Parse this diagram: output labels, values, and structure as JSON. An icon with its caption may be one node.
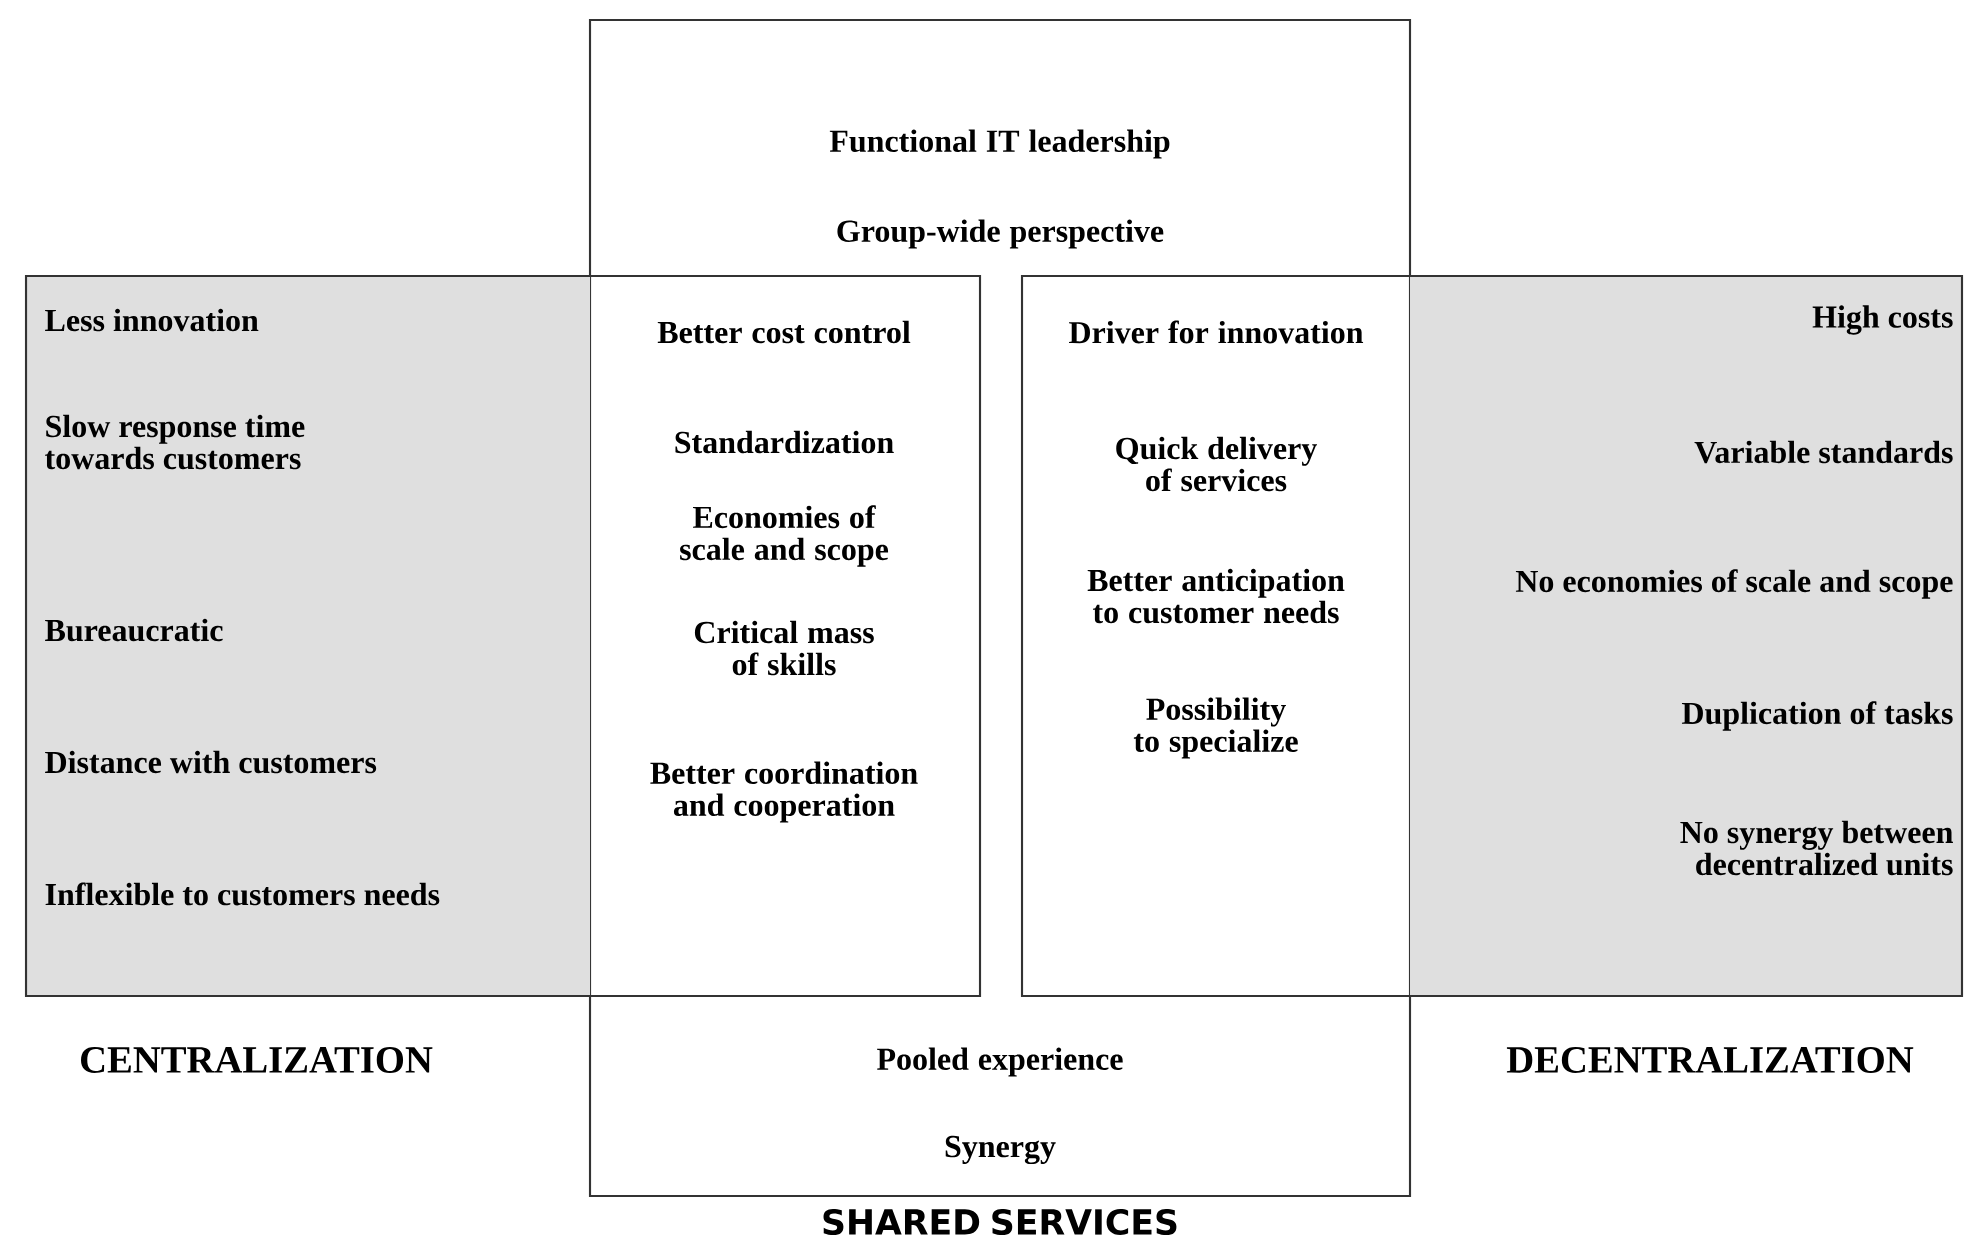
{
  "diagram": {
    "nodes": [
      {
        "text": [
          "Functional IT leadership",
          "Group-wide perspective",
          "Pooled experience",
          "Synergy",
          "SHARED SERVICES"
        ]
      },
      {
        "text": [
          "Less innovation",
          "Slow response time towards customers",
          "Bureaucratic",
          "Distance with customers",
          "Inflexible to customers needs",
          "Better cost control",
          "Standardization",
          "Economies of scale and scope",
          "Critical mass of skills",
          "Better coordination and cooperation",
          "CENTRALIZATION"
        ]
      },
      {
        "text": [
          "Driver for innovation",
          "Quick delivery of services",
          "Better anticipation to customer  needs",
          "Possibility to specialize",
          "High costs",
          "Variable standards",
          "No economies of scale and scope",
          "Duplication of tasks",
          "No synergy between decentralized units",
          "DECENTRALIZATION"
        ]
      }
    ]
  }
}
